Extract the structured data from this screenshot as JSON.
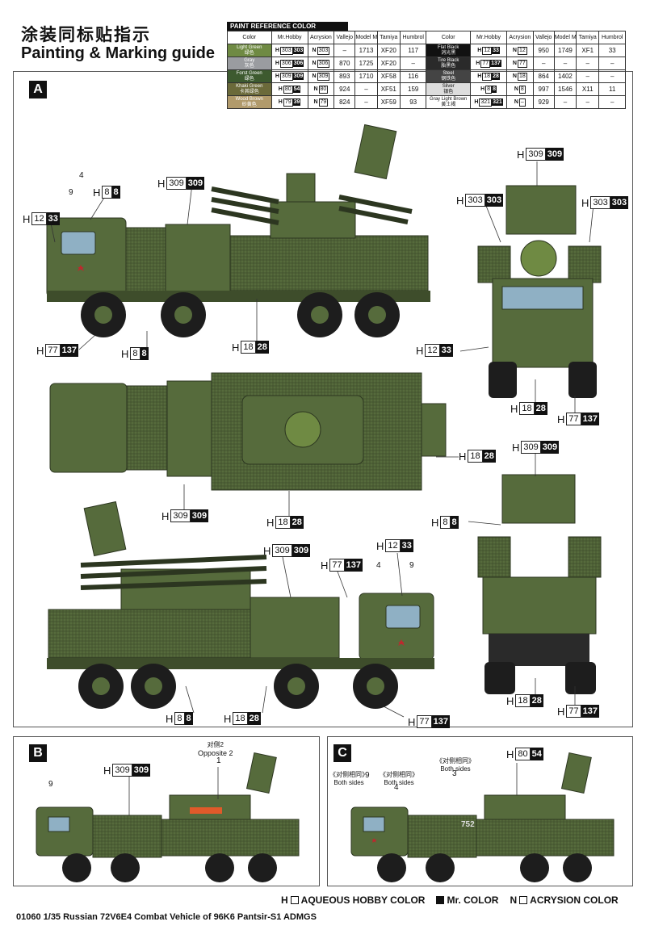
{
  "title_cn": "涂装同标贴指示",
  "title_en": "Painting & Marking guide",
  "paint_table": {
    "header": "PAINT  REFERENCE COLOR",
    "columns": [
      "Color",
      "Mr.Hobby",
      "Acrysion",
      "Vallejo",
      "Model Master",
      "Tamiya",
      "Humbrol"
    ],
    "left_rows": [
      {
        "name": "Light Green",
        "cn": "绿色",
        "swatch": "#6f8a43",
        "hobby": "303",
        "acry": "303",
        "vallejo": "–",
        "mm": "1713",
        "tamiya": "XF20",
        "humbrol": "117"
      },
      {
        "name": "Gray",
        "cn": "灰色",
        "swatch": "#9a9ca0",
        "hobby": "306",
        "acry": "306",
        "vallejo": "870",
        "mm": "1725",
        "tamiya": "XF20",
        "humbrol": "–"
      },
      {
        "name": "Forst Green",
        "cn": "绿色",
        "swatch": "#3d5a2f",
        "hobby": "309",
        "acry": "309",
        "vallejo": "893",
        "mm": "1710",
        "tamiya": "XF58",
        "humbrol": "116"
      },
      {
        "name": "Khaki Green",
        "cn": "卡其绿色",
        "swatch": "#6b6a3a",
        "hobby": "80",
        "hobby_mr": "54",
        "acry": "80",
        "vallejo": "924",
        "mm": "–",
        "tamiya": "XF51",
        "humbrol": "159"
      },
      {
        "name": "Wood Brown",
        "cn": "砂黄色",
        "swatch": "#b19a6b",
        "hobby": "79",
        "hobby_mr": "39",
        "acry": "79",
        "vallejo": "824",
        "mm": "–",
        "tamiya": "XF59",
        "humbrol": "93"
      }
    ],
    "right_rows": [
      {
        "name": "Flat Black",
        "cn": "消光黑",
        "swatch": "#111111",
        "hobby": "12",
        "hobby_mr": "33",
        "acry": "12",
        "vallejo": "950",
        "mm": "1749",
        "tamiya": "XF1",
        "humbrol": "33"
      },
      {
        "name": "Tire Black",
        "cn": "胎黑色",
        "swatch": "#2a2a2a",
        "hobby": "77",
        "hobby_mr": "137",
        "acry": "77",
        "vallejo": "–",
        "mm": "–",
        "tamiya": "–",
        "humbrol": "–"
      },
      {
        "name": "Steel",
        "cn": "钢铁色",
        "swatch": "#444444",
        "hobby": "18",
        "hobby_mr": "28",
        "acry": "18",
        "vallejo": "864",
        "mm": "1402",
        "tamiya": "–",
        "humbrol": "–"
      },
      {
        "name": "Silver",
        "cn": "银色",
        "swatch": "#dddddd",
        "hobby": "8",
        "hobby_mr": "8",
        "acry": "8",
        "vallejo": "997",
        "mm": "1546",
        "tamiya": "X11",
        "humbrol": "11"
      },
      {
        "name": "Gray Light Brown",
        "cn": "黄土褐",
        "swatch": "#ffffff",
        "hobby": "321",
        "hobby_mr": "321",
        "acry": "–",
        "vallejo": "929",
        "mm": "–",
        "tamiya": "–",
        "humbrol": "–"
      }
    ]
  },
  "sections": {
    "a": "A",
    "b": "B",
    "c": "C"
  },
  "callouts": {
    "h": "H",
    "c1": [
      "8",
      "8"
    ],
    "c2": [
      "12",
      "33"
    ],
    "c3": [
      "309",
      "309"
    ],
    "c4": [
      "77",
      "137"
    ],
    "c5": [
      "8",
      "8"
    ],
    "c6": [
      "18",
      "28"
    ],
    "c7": [
      "309",
      "309"
    ],
    "c8": [
      "303",
      "303"
    ],
    "c9": [
      "303",
      "303"
    ],
    "c10": [
      "12",
      "33"
    ],
    "c11": [
      "18",
      "28"
    ],
    "c12": [
      "77",
      "137"
    ],
    "c13": [
      "18",
      "28"
    ],
    "c14": [
      "309",
      "309"
    ],
    "c15": [
      "18",
      "28"
    ],
    "c16": [
      "309",
      "309"
    ],
    "c17": [
      "8",
      "8"
    ],
    "c18": [
      "309",
      "309"
    ],
    "c19": [
      "77",
      "137"
    ],
    "c20": [
      "12",
      "33"
    ],
    "c21": [
      "8",
      "8"
    ],
    "c22": [
      "18",
      "28"
    ],
    "c23": [
      "77",
      "137"
    ],
    "c24": [
      "18",
      "28"
    ],
    "c25": [
      "77",
      "137"
    ],
    "c26": [
      "309",
      "309"
    ],
    "c27": [
      "80",
      "54"
    ]
  },
  "numbers": {
    "n4a": "4",
    "n9a": "9",
    "n4b": "4",
    "n9b": "9",
    "n9c": "9",
    "n1": "1",
    "n9d": "9",
    "n4d": "4",
    "n3": "3"
  },
  "notes": {
    "opp_cn": "对侧2",
    "opp_en": "Opposite 2",
    "both1_cn": "《对侧相同》",
    "both1_en": "Both sides",
    "both2_cn": "《对侧相同》",
    "both2_en": "Both sides",
    "both3_cn": "《对侧相同》",
    "both3_en": "Both sides",
    "tactical_number": "752"
  },
  "legend": {
    "h": "H",
    "h_text": "AQUEOUS HOBBY COLOR",
    "mr_text": "Mr. COLOR",
    "n": "N",
    "n_text": "ACRYSION COLOR"
  },
  "footer": "01060  1/35   Russian 72V6E4 Combat Vehicle of 96K6 Pantsir-S1 ADMGS",
  "colors": {
    "vehicle_green": "#566b3c",
    "vehicle_dark": "#3e4d2b",
    "tire": "#1d1d1d"
  }
}
